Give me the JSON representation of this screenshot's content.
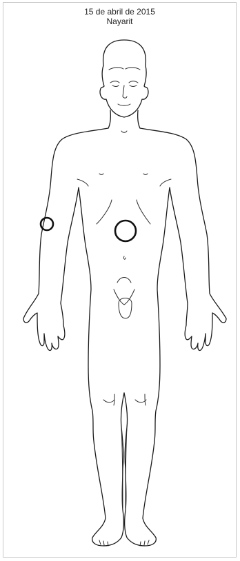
{
  "header": {
    "date": "15 de abril de 2015",
    "location": "Nayarit"
  },
  "colors": {
    "background": "#ffffff",
    "outline": "#1a1a1a",
    "border": "#c8c8c8"
  },
  "markers": [
    {
      "id": "right-forearm-wound"
    },
    {
      "id": "abdomen-wound"
    }
  ]
}
